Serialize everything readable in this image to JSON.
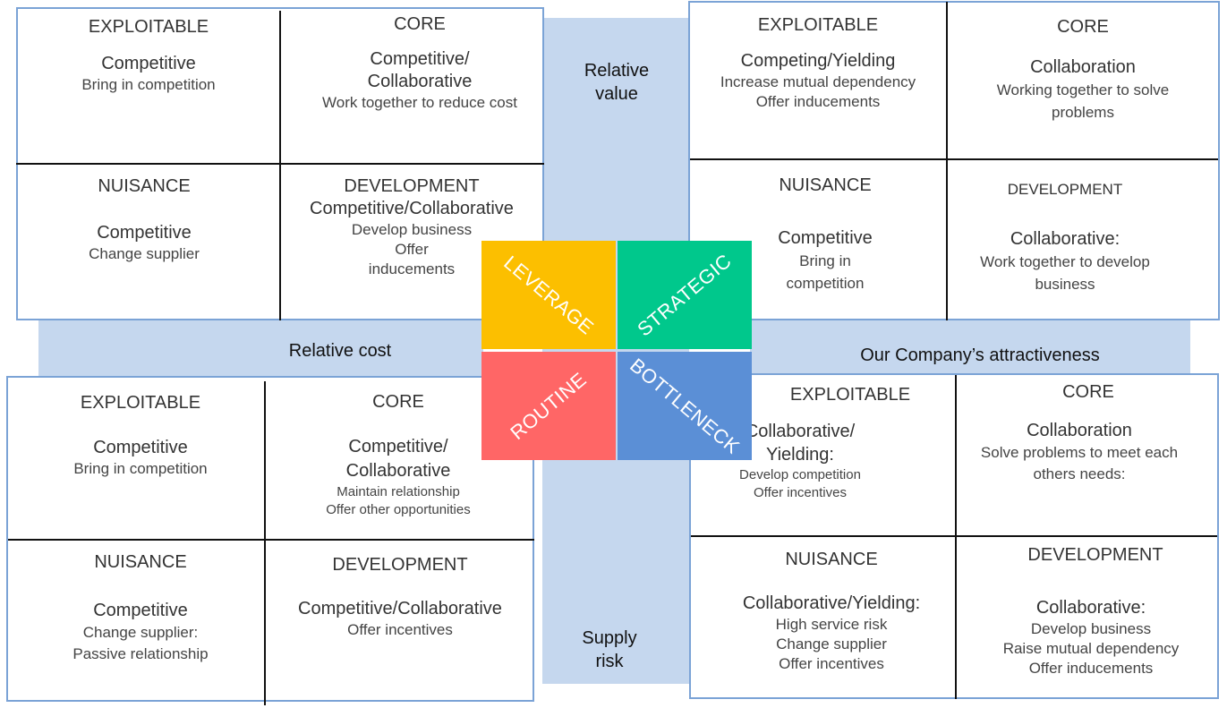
{
  "axes": {
    "relative_value": "Relative\nvalue",
    "relative_cost": "Relative cost",
    "supply_risk": "Supply\nrisk",
    "attractiveness": "Our Company’s attractiveness"
  },
  "matrix": {
    "leverage": {
      "label": "LEVERAGE",
      "color": "#fcbf00"
    },
    "strategic": {
      "label": "STRATEGIC",
      "color": "#00c88c"
    },
    "routine": {
      "label": "ROUTINE",
      "color": "#ff6666"
    },
    "bottleneck": {
      "label": "BOTTLENECK",
      "color": "#5b8fd6"
    }
  },
  "quadrants": {
    "top_left": {
      "exploitable": {
        "title": "EXPLOITABLE",
        "relationship": "Competitive",
        "actions": [
          "Bring in competition"
        ]
      },
      "core": {
        "title": "CORE",
        "relationship": "Competitive/\nCollaborative",
        "actions": [
          "Work together to reduce cost"
        ]
      },
      "nuisance": {
        "title": "NUISANCE",
        "relationship": "Competitive",
        "actions": [
          "Change supplier"
        ]
      },
      "development": {
        "title": "DEVELOPMENT",
        "relationship": "Competitive/Collaborative",
        "actions": [
          "Develop business",
          "Offer",
          "inducements"
        ]
      }
    },
    "top_right": {
      "exploitable": {
        "title": "EXPLOITABLE",
        "relationship": "Competing/Yielding",
        "actions": [
          "Increase mutual dependency",
          "Offer inducements"
        ]
      },
      "core": {
        "title": "CORE",
        "relationship": "Collaboration",
        "actions": [
          "Working together to solve",
          "problems"
        ]
      },
      "nuisance": {
        "title": "NUISANCE",
        "relationship": "Competitive",
        "actions": [
          "Bring in",
          "competition"
        ]
      },
      "development": {
        "title": "DEVELOPMENT",
        "relationship": "Collaborative:",
        "actions": [
          "Work together to develop",
          "business"
        ]
      }
    },
    "bottom_left": {
      "exploitable": {
        "title": "EXPLOITABLE",
        "relationship": "Competitive",
        "actions": [
          "Bring in competition"
        ]
      },
      "core": {
        "title": "CORE",
        "relationship": "Competitive/\nCollaborative",
        "actions": [
          "Maintain relationship",
          "Offer other opportunities"
        ]
      },
      "nuisance": {
        "title": "NUISANCE",
        "relationship": "Competitive",
        "actions": [
          "Change supplier:",
          "Passive relationship"
        ]
      },
      "development": {
        "title": "DEVELOPMENT",
        "relationship": "Competitive/Collaborative",
        "actions": [
          "Offer incentives"
        ]
      }
    },
    "bottom_right": {
      "exploitable": {
        "title": "EXPLOITABLE",
        "relationship": "Collaborative/\nYielding:",
        "actions": [
          "Develop competition",
          "Offer incentives"
        ]
      },
      "core": {
        "title": "CORE",
        "relationship": "Collaboration",
        "actions": [
          "Solve problems to meet each",
          "others needs:"
        ]
      },
      "nuisance": {
        "title": "NUISANCE",
        "relationship": "Collaborative/Yielding:",
        "actions": [
          "High service risk",
          "Change supplier",
          "Offer incentives"
        ]
      },
      "development": {
        "title": "DEVELOPMENT",
        "relationship": "Collaborative:",
        "actions": [
          "Develop business",
          "Raise mutual dependency",
          "Offer inducements"
        ]
      }
    }
  }
}
